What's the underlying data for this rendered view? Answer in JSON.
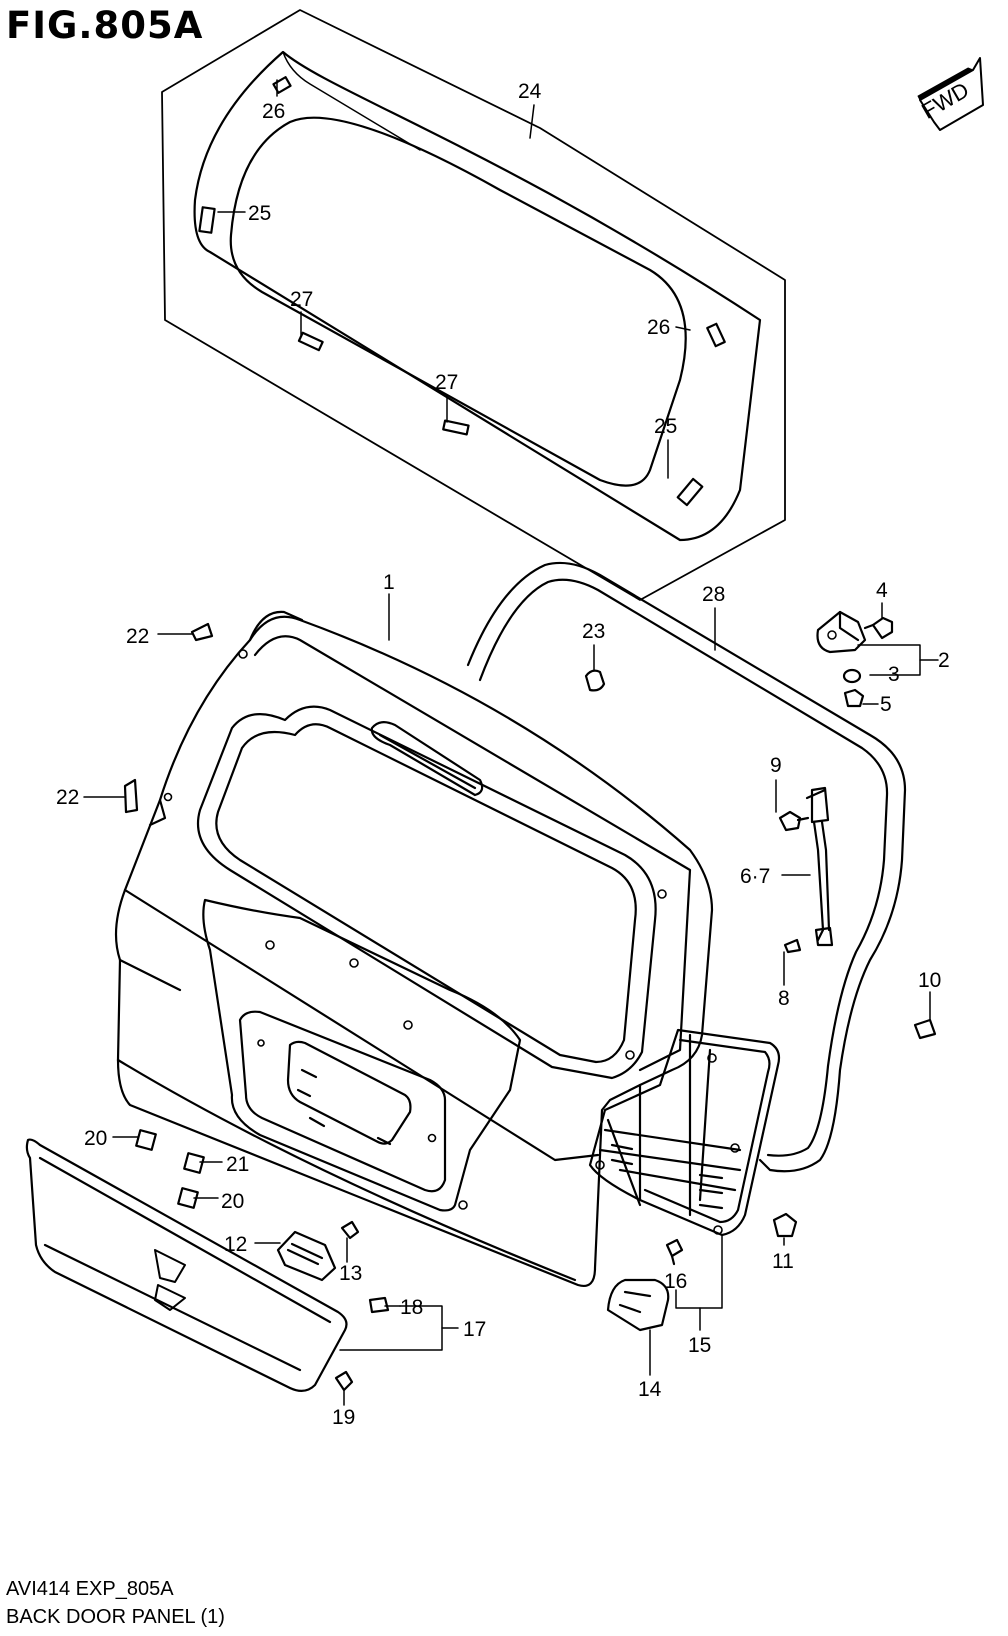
{
  "figure": {
    "title": "FIG.805A"
  },
  "fwd_label": "FWD",
  "footer": {
    "code": "AVI414 EXP_805A",
    "caption": "BACK DOOR PANEL (1)"
  },
  "callouts": [
    {
      "id": "c1",
      "text": "1"
    },
    {
      "id": "c2",
      "text": "2"
    },
    {
      "id": "c3",
      "text": "3"
    },
    {
      "id": "c4",
      "text": "4"
    },
    {
      "id": "c5",
      "text": "5"
    },
    {
      "id": "c6",
      "text": "6·7"
    },
    {
      "id": "c8",
      "text": "8"
    },
    {
      "id": "c9",
      "text": "9"
    },
    {
      "id": "c10",
      "text": "10"
    },
    {
      "id": "c11",
      "text": "11"
    },
    {
      "id": "c12",
      "text": "12"
    },
    {
      "id": "c13",
      "text": "13"
    },
    {
      "id": "c14",
      "text": "14"
    },
    {
      "id": "c15",
      "text": "15"
    },
    {
      "id": "c16",
      "text": "16"
    },
    {
      "id": "c17",
      "text": "17"
    },
    {
      "id": "c18",
      "text": "18"
    },
    {
      "id": "c19",
      "text": "19"
    },
    {
      "id": "c20a",
      "text": "20"
    },
    {
      "id": "c20b",
      "text": "20"
    },
    {
      "id": "c21",
      "text": "21"
    },
    {
      "id": "c22a",
      "text": "22"
    },
    {
      "id": "c22b",
      "text": "22"
    },
    {
      "id": "c23",
      "text": "23"
    },
    {
      "id": "c24",
      "text": "24"
    },
    {
      "id": "c25a",
      "text": "25"
    },
    {
      "id": "c25b",
      "text": "25"
    },
    {
      "id": "c26a",
      "text": "26"
    },
    {
      "id": "c26b",
      "text": "26"
    },
    {
      "id": "c27a",
      "text": "27"
    },
    {
      "id": "c27b",
      "text": "27"
    },
    {
      "id": "c28",
      "text": "28"
    }
  ]
}
